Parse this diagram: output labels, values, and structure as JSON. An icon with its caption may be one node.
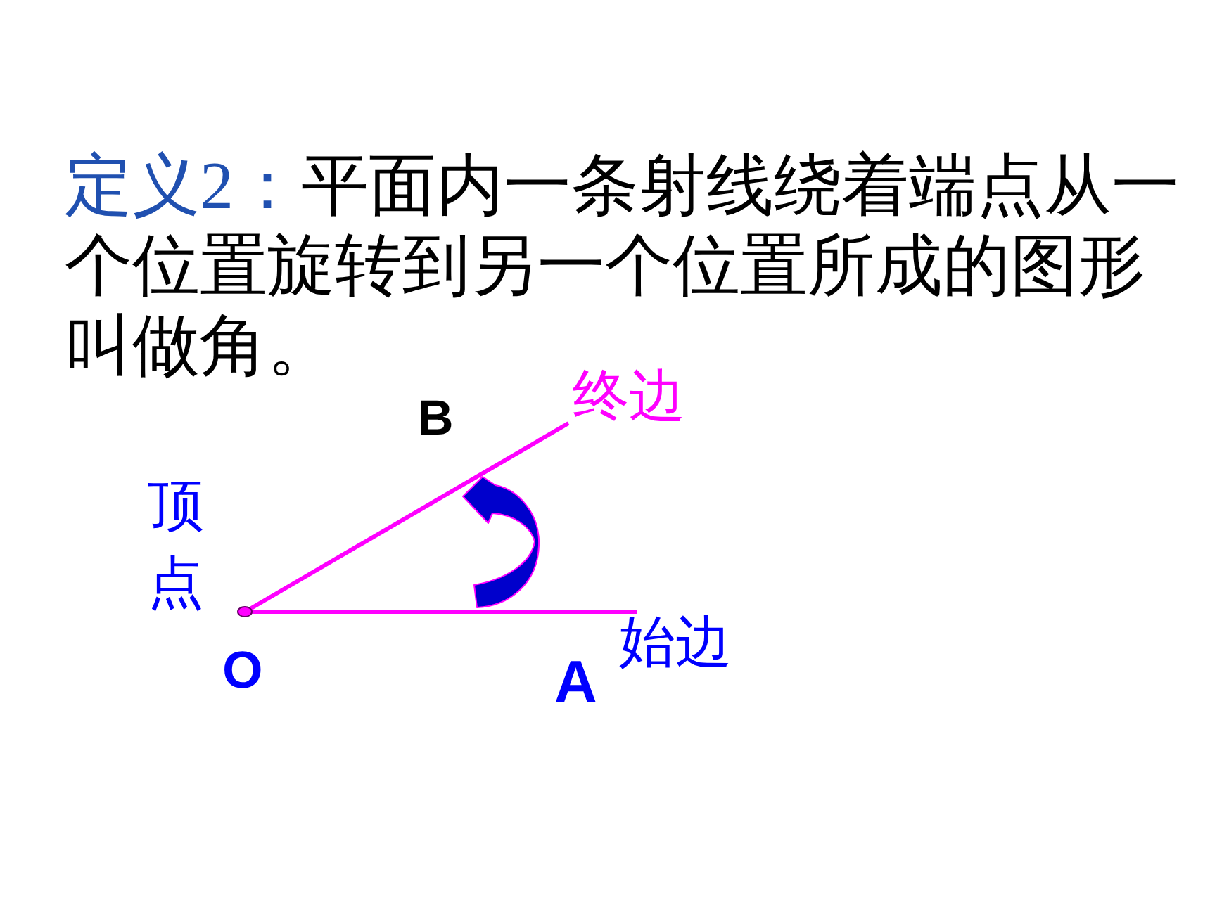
{
  "diagram": {
    "labels": [
      "定义2：平面内一条射线绕着端点从一个位置旋转到另一个位置所成的图形叫做角。",
      "终边",
      "B",
      "顶点",
      "始边",
      "O",
      "A"
    ]
  }
}
